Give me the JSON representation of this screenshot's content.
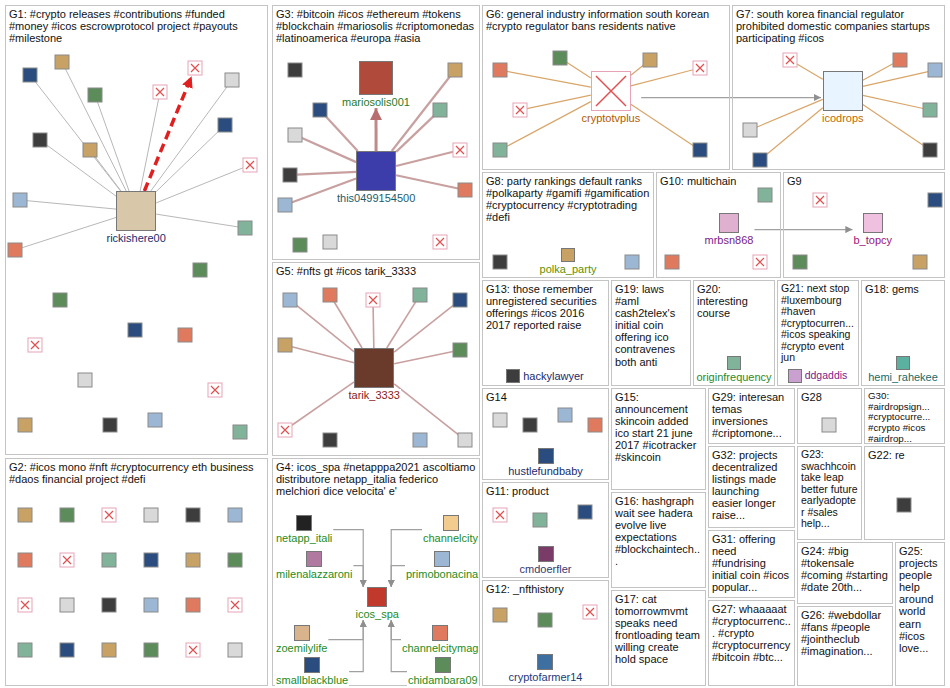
{
  "diagram": {
    "nodes": [
      {
        "text": [
          "G1: #crypto releases #contributions #funded #money #icos escrowprotocol project #payouts #milestone"
        ]
      },
      {
        "text": [
          "rickishere00"
        ],
        "in": 0
      },
      {
        "text": [
          "G2: #icos mono #nft #cryptocurrency eth business #daos financial project #defi"
        ]
      },
      {
        "text": [
          "G3: #bitcoin #icos #ethereum #tokens #blockchain #mariosolis #criptomonedas #latinoamerica #europa #asia"
        ]
      },
      {
        "text": [
          "mariosolis001"
        ],
        "in": 3
      },
      {
        "text": [
          "this0499154500"
        ],
        "in": 3
      },
      {
        "text": [
          "G5: #nfts gt #icos tarik_3333"
        ]
      },
      {
        "text": [
          "tarik_3333"
        ],
        "in": 6
      },
      {
        "text": [
          "G4: icos_spa #netapppa2021 ascoltiamo distributore netapp_italia federico melchiori dice velocita' e'"
        ]
      },
      {
        "text": [
          "icos_spa"
        ],
        "in": 8
      },
      {
        "text": [
          "netapp_itali"
        ],
        "in": 8
      },
      {
        "text": [
          "channelcity"
        ],
        "in": 8
      },
      {
        "text": [
          "milenalazzaroni"
        ],
        "in": 8
      },
      {
        "text": [
          "primobonacina"
        ],
        "in": 8
      },
      {
        "text": [
          "zoemilylife"
        ],
        "in": 8
      },
      {
        "text": [
          "channelcitymag"
        ],
        "in": 8
      },
      {
        "text": [
          "smallblackblue"
        ],
        "in": 8
      },
      {
        "text": [
          "chidambara09"
        ],
        "in": 8
      },
      {
        "text": [
          "G6: general industry information south korean #crypto regulator bans residents native"
        ]
      },
      {
        "text": [
          "cryptotvplus"
        ],
        "in": 18
      },
      {
        "text": [
          "G7: south korea financial regulator prohibited domestic companies startups participating #icos"
        ]
      },
      {
        "text": [
          "icodrops"
        ],
        "in": 20
      },
      {
        "text": [
          "G8: party rankings default ranks #polkaparty #gamifi #gamification #cryptocurrency #cryptotrading #defi"
        ]
      },
      {
        "text": [
          "polka_party"
        ],
        "in": 22
      },
      {
        "text": [
          "G10: multichain"
        ]
      },
      {
        "text": [
          "mrbsn868"
        ],
        "in": 24
      },
      {
        "text": [
          "G9"
        ]
      },
      {
        "text": [
          "b_topcy"
        ],
        "in": 26
      },
      {
        "text": [
          "G13: those remember unregistered securities offerings #icos 2016 2017 reported raise"
        ]
      },
      {
        "text": [
          "hackylawyer"
        ],
        "in": 28
      },
      {
        "text": [
          "G19: laws #aml cash2telex's initial coin offering ico contravenes both anti"
        ]
      },
      {
        "text": [
          "G20: interesting course"
        ]
      },
      {
        "text": [
          "originfrequency"
        ],
        "in": 31
      },
      {
        "text": [
          "G21: next stop #luxembourg #haven #cryptocurren... #icos speaking #crypto event jun"
        ]
      },
      {
        "text": [
          "ddgaddis"
        ],
        "in": 33
      },
      {
        "text": [
          "G18: gems"
        ]
      },
      {
        "text": [
          "hemi_rahekee"
        ],
        "in": 35
      },
      {
        "text": [
          "G14"
        ]
      },
      {
        "text": [
          "hustlefundbaby"
        ],
        "in": 37
      },
      {
        "text": [
          "G15: announcement skincoin added ico start 21 june 2017 #icotracker #skincoin"
        ]
      },
      {
        "text": [
          "G29: interesan temas inversiones #criptomone..."
        ]
      },
      {
        "text": [
          "G28"
        ]
      },
      {
        "text": [
          "G30: #airdropsign... #cryptocurre... #crypto #icos #airdrop..."
        ]
      },
      {
        "text": [
          "G11: product"
        ]
      },
      {
        "text": [
          "cmdoerfler"
        ],
        "in": 43
      },
      {
        "text": [
          "G16: hashgraph wait see hadera evolve live expectations #blockchaintech..."
        ]
      },
      {
        "text": [
          "G32: projects decentralized listings made launching easier longer raise..."
        ]
      },
      {
        "text": [
          "G23: swachhcoin take leap better future earlyadopter #sales help..."
        ]
      },
      {
        "text": [
          "G22: re"
        ]
      },
      {
        "text": [
          "G31: offering need #fundrising initial coin #icos popular..."
        ]
      },
      {
        "text": [
          "G12: _nfthistory"
        ]
      },
      {
        "text": [
          "cryptofarmer14"
        ],
        "in": 50
      },
      {
        "text": [
          "G17: cat tomorrowmvmt speaks need frontloading team willing create hold space"
        ]
      },
      {
        "text": [
          "G27: whaaaaat #cryptocurrenc... #crypto #cryptocurrency #bitcoin #btc..."
        ]
      },
      {
        "text": [
          "G24: #big #tokensale #coming #starting #date 20th..."
        ]
      },
      {
        "text": [
          "G26: #webdollar #fans #people #jointheclub #imagination..."
        ]
      },
      {
        "text": [
          "G25: projects people help around world earn #icos love..."
        ]
      }
    ],
    "edges": [
      {
        "from": 5,
        "to": 4,
        "arrow": "to"
      },
      {
        "from": 19,
        "to": 21,
        "arrow": "to"
      },
      {
        "from": 25,
        "to": 27,
        "arrow": "to"
      },
      {
        "from": 10,
        "to": 9,
        "arrow": "to"
      },
      {
        "from": 11,
        "to": 9,
        "arrow": "to"
      },
      {
        "from": 12,
        "to": 9,
        "arrow": "to"
      },
      {
        "from": 13,
        "to": 9,
        "arrow": "to"
      },
      {
        "from": 14,
        "to": 9,
        "arrow": "to"
      },
      {
        "from": 15,
        "to": 9,
        "arrow": "to"
      },
      {
        "from": 16,
        "to": 9,
        "arrow": "to"
      },
      {
        "from": 17,
        "to": 9,
        "arrow": "to"
      }
    ]
  }
}
